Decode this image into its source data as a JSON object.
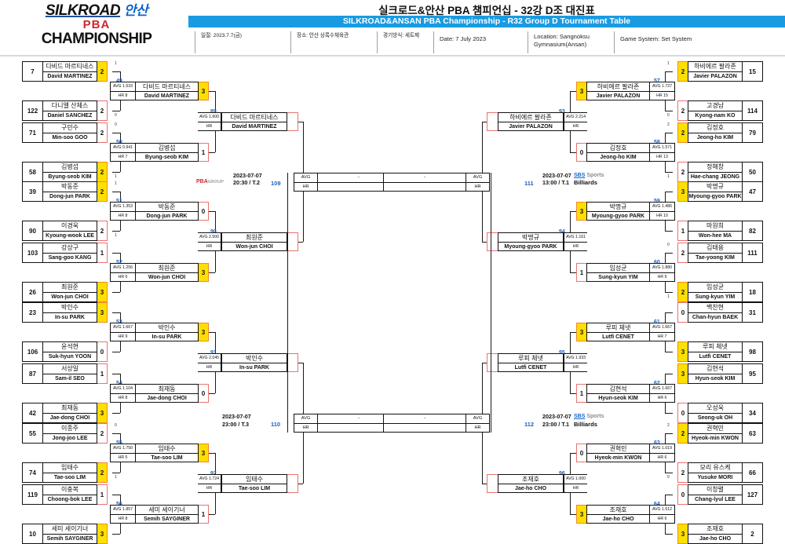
{
  "header": {
    "logo": {
      "silkroad": "SILKROAD",
      "ansan": "안산",
      "pba": "PBA",
      "championship": "CHAMPIONSHIP"
    },
    "title_kr": "실크로드&안산 PBA 챔피언십 - 32강 D조 대진표",
    "title_en": "SILKROAD&ANSAN PBA Championship - R32 Group D Tournament Table",
    "meta": [
      {
        "text": "일절: 2023.7.7(금)"
      },
      {
        "text": "장소: 안산 상록수체육관"
      },
      {
        "text": "경기방식: 세트제"
      },
      {
        "text": "Date: 7 July 2023"
      },
      {
        "text": "Location: Sangnoksu Gymnasium(Ansan)"
      },
      {
        "text": "Game System: Set System"
      }
    ]
  },
  "labels": {
    "avg": "AVG",
    "hr": "HR",
    "empty": "-"
  },
  "center_matches": [
    {
      "num": "109",
      "date": "2023-07-07",
      "time": "20:30 / T.2"
    },
    {
      "num": "110",
      "date": "2023-07-07",
      "time": "23:00 / T.3"
    },
    {
      "num": "111",
      "date": "2023-07-07",
      "time": "13:00 / T.1",
      "broadcast_1": "SBS",
      "broadcast_2": "Sports",
      "broadcast_3": "Billiards"
    },
    {
      "num": "112",
      "date": "2023-07-07",
      "time": "23:00 / T.1",
      "broadcast_1": "SBS",
      "broadcast_2": "Sports",
      "broadcast_3": "Billiards"
    }
  ],
  "pba_logo": {
    "main": "PBA",
    "sub": "GROUP"
  },
  "left_r1": [
    {
      "seed": "7",
      "kr": "다비드 마르티네스",
      "en": "David MARTINEZ",
      "score": "2",
      "win": true,
      "sets": "1"
    },
    {
      "seed": "122",
      "kr": "다니엘 산체스",
      "en": "Daniel SANCHEZ",
      "score": "2",
      "win": false,
      "sets": "0"
    },
    {
      "seed": "71",
      "kr": "구민수",
      "en": "Min-soo GOO",
      "score": "2",
      "win": false,
      "sets": "0"
    },
    {
      "seed": "58",
      "kr": "김병섭",
      "en": "Byung-seob KIM",
      "score": "2",
      "win": true,
      "sets": "1"
    },
    {
      "seed": "39",
      "kr": "박동준",
      "en": "Dong-jun PARK",
      "score": "2",
      "win": true,
      "sets": "1"
    },
    {
      "seed": "90",
      "kr": "이경욱",
      "en": "Kyoung-wook LEE",
      "score": "2",
      "win": false,
      "sets": "1"
    },
    {
      "seed": "103",
      "kr": "강상구",
      "en": "Sang-goo KANG",
      "score": "1",
      "win": false,
      "sets": ""
    },
    {
      "seed": "26",
      "kr": "최원준",
      "en": "Won-jun CHOI",
      "score": "3",
      "win": true,
      "sets": ""
    },
    {
      "seed": "23",
      "kr": "박인수",
      "en": "In-su PARK",
      "score": "3",
      "win": true,
      "sets": ""
    },
    {
      "seed": "106",
      "kr": "윤석현",
      "en": "Suk-hyun YOON",
      "score": "0",
      "win": false,
      "sets": ""
    },
    {
      "seed": "87",
      "kr": "서상일",
      "en": "Sam-il SEO",
      "score": "1",
      "win": false,
      "sets": ""
    },
    {
      "seed": "42",
      "kr": "최재동",
      "en": "Jae-dong CHOI",
      "score": "3",
      "win": true,
      "sets": ""
    },
    {
      "seed": "55",
      "kr": "이종주",
      "en": "Jong-joo LEE",
      "score": "2",
      "win": false,
      "sets": "0"
    },
    {
      "seed": "74",
      "kr": "임태수",
      "en": "Tae-soo LIM",
      "score": "2",
      "win": true,
      "sets": "1"
    },
    {
      "seed": "119",
      "kr": "이충복",
      "en": "Choong-bok LEE",
      "score": "1",
      "win": false,
      "sets": ""
    },
    {
      "seed": "10",
      "kr": "세미 세이기너",
      "en": "Semih SAYGINER",
      "score": "3",
      "win": true,
      "sets": ""
    }
  ],
  "left_r1_match_nums": [
    "49",
    "50",
    "51",
    "52",
    "53",
    "54",
    "55",
    "56"
  ],
  "left_r2": [
    {
      "avg": "AVG 1.533",
      "hr": "HR 8",
      "kr": "다비드 마르티네스",
      "en": "David MARTINEZ",
      "score": "3",
      "win": true
    },
    {
      "avg": "AVG 0.941",
      "hr": "HR 7",
      "kr": "김병섭",
      "en": "Byung-seob KIM",
      "score": "1",
      "win": false
    },
    {
      "avg": "AVG 1.353",
      "hr": "HR 8",
      "kr": "박동준",
      "en": "Dong-jun PARK",
      "score": "0",
      "win": false
    },
    {
      "avg": "AVG 1.256",
      "hr": "HR 6",
      "kr": "최원준",
      "en": "Won-jun CHOI",
      "score": "3",
      "win": true
    },
    {
      "avg": "AVG 1.667",
      "hr": "HR 9",
      "kr": "박인수",
      "en": "In-su PARK",
      "score": "3",
      "win": true
    },
    {
      "avg": "AVG 1.104",
      "hr": "HR 8",
      "kr": "최재동",
      "en": "Jae-dong CHOI",
      "score": "0",
      "win": false
    },
    {
      "avg": "AVG 1.750",
      "hr": "HR 5",
      "kr": "임태수",
      "en": "Tae-soo LIM",
      "score": "3",
      "win": true
    },
    {
      "avg": "AVG 1.857",
      "hr": "HR 8",
      "kr": "세미 세이기너",
      "en": "Semih SAYGINER",
      "score": "1",
      "win": false
    }
  ],
  "left_r2_match_nums": [
    "89",
    "90",
    "91",
    "92"
  ],
  "left_r3": [
    {
      "avg": "AVG 1.600",
      "hr": "HR",
      "kr": "다비드 마르티네스",
      "en": "David MARTINEZ"
    },
    {
      "avg": "AVG 2.500",
      "hr": "HR",
      "kr": "최원준",
      "en": "Won-jun CHOI"
    },
    {
      "avg": "AVG 2.045",
      "hr": "HR",
      "kr": "박인수",
      "en": "In-su PARK"
    },
    {
      "avg": "AVG 1.724",
      "hr": "HR",
      "kr": "임태수",
      "en": "Tae-soo LIM"
    }
  ],
  "right_r1": [
    {
      "seed": "15",
      "kr": "하비에르 팔라존",
      "en": "Javier PALAZON",
      "score": "2",
      "win": true,
      "sets": "1"
    },
    {
      "seed": "114",
      "kr": "고경남",
      "en": "Kyong-nam KO",
      "score": "2",
      "win": false,
      "sets": "0"
    },
    {
      "seed": "79",
      "kr": "김정호",
      "en": "Jeong-ho KIM",
      "score": "2",
      "win": true,
      "sets": "2"
    },
    {
      "seed": "50",
      "kr": "정해창",
      "en": "Hae-chang JEONG",
      "score": "2",
      "win": false,
      "sets": "1"
    },
    {
      "seed": "47",
      "kr": "박명규",
      "en": "Myoung-gyoo PARK",
      "score": "3",
      "win": true,
      "sets": ""
    },
    {
      "seed": "82",
      "kr": "마원희",
      "en": "Won-hee MA",
      "score": "1",
      "win": false,
      "sets": ""
    },
    {
      "seed": "111",
      "kr": "김태용",
      "en": "Tae-yoong KIM",
      "score": "2",
      "win": false,
      "sets": "0"
    },
    {
      "seed": "18",
      "kr": "임성균",
      "en": "Sung-kyun YIM",
      "score": "2",
      "win": true,
      "sets": "1"
    },
    {
      "seed": "31",
      "kr": "백찬현",
      "en": "Chan-hyun BAEK",
      "score": "0",
      "win": false,
      "sets": ""
    },
    {
      "seed": "98",
      "kr": "루피 체넷",
      "en": "Lutfi CENET",
      "score": "3",
      "win": true,
      "sets": ""
    },
    {
      "seed": "95",
      "kr": "김현석",
      "en": "Hyun-seok KIM",
      "score": "3",
      "win": true,
      "sets": ""
    },
    {
      "seed": "34",
      "kr": "오성욱",
      "en": "Seong-uk OH",
      "score": "0",
      "win": false,
      "sets": ""
    },
    {
      "seed": "63",
      "kr": "권혁민",
      "en": "Hyeok-min KWON",
      "score": "2",
      "win": true,
      "sets": "2"
    },
    {
      "seed": "66",
      "kr": "모리 유스케",
      "en": "Yusuke MORI",
      "score": "2",
      "win": false,
      "sets": "0"
    },
    {
      "seed": "127",
      "kr": "이창렬",
      "en": "Chang-lyul LEE",
      "score": "0",
      "win": false,
      "sets": ""
    },
    {
      "seed": "2",
      "kr": "조재호",
      "en": "Jae-ho CHO",
      "score": "3",
      "win": true,
      "sets": ""
    }
  ],
  "right_r1_match_nums": [
    "57",
    "58",
    "59",
    "60",
    "61",
    "62",
    "63",
    "64"
  ],
  "right_r2": [
    {
      "avg": "AVG 1.727",
      "hr": "HR 15",
      "kr": "하비에르 팔라존",
      "en": "Javier PALAZON",
      "score": "3",
      "win": true
    },
    {
      "avg": "AVG 1.571",
      "hr": "HR 13",
      "kr": "김정호",
      "en": "Jeong-ho KIM",
      "score": "0",
      "win": false
    },
    {
      "avg": "AVG 1.486",
      "hr": "HR 10",
      "kr": "박명규",
      "en": "Myoung-gyoo PARK",
      "score": "3",
      "win": true
    },
    {
      "avg": "AVG 1.880",
      "hr": "HR 9",
      "kr": "임성균",
      "en": "Sung-kyun YIM",
      "score": "1",
      "win": false
    },
    {
      "avg": "AVG 1.667",
      "hr": "HR 7",
      "kr": "루피 체넷",
      "en": "Lutfi CENET",
      "score": "3",
      "win": true
    },
    {
      "avg": "AVG 1.667",
      "hr": "HR 6",
      "kr": "김현석",
      "en": "Hyun-seok KIM",
      "score": "1",
      "win": false
    },
    {
      "avg": "AVG 1.019",
      "hr": "HR 6",
      "kr": "권혁민",
      "en": "Hyeok-min KWON",
      "score": "0",
      "win": false
    },
    {
      "avg": "AVG 1.512",
      "hr": "HR 6",
      "kr": "조재호",
      "en": "Jae-ho CHO",
      "score": "3",
      "win": true
    }
  ],
  "right_r2_match_nums": [
    "93",
    "94",
    "95",
    "96"
  ],
  "right_r3": [
    {
      "avg": "AVG 2.214",
      "hr": "HR",
      "kr": "하비에르 팔라존",
      "en": "Javier PALAZON"
    },
    {
      "avg": "AVG 1.161",
      "hr": "HR",
      "kr": "박명규",
      "en": "Myoung-gyoo PARK"
    },
    {
      "avg": "AVG 1.933",
      "hr": "HR",
      "kr": "루피 체넷",
      "en": "Lutfi CENET"
    },
    {
      "avg": "AVG 1.000",
      "hr": "HR",
      "kr": "조재호",
      "en": "Jae-ho CHO"
    }
  ]
}
